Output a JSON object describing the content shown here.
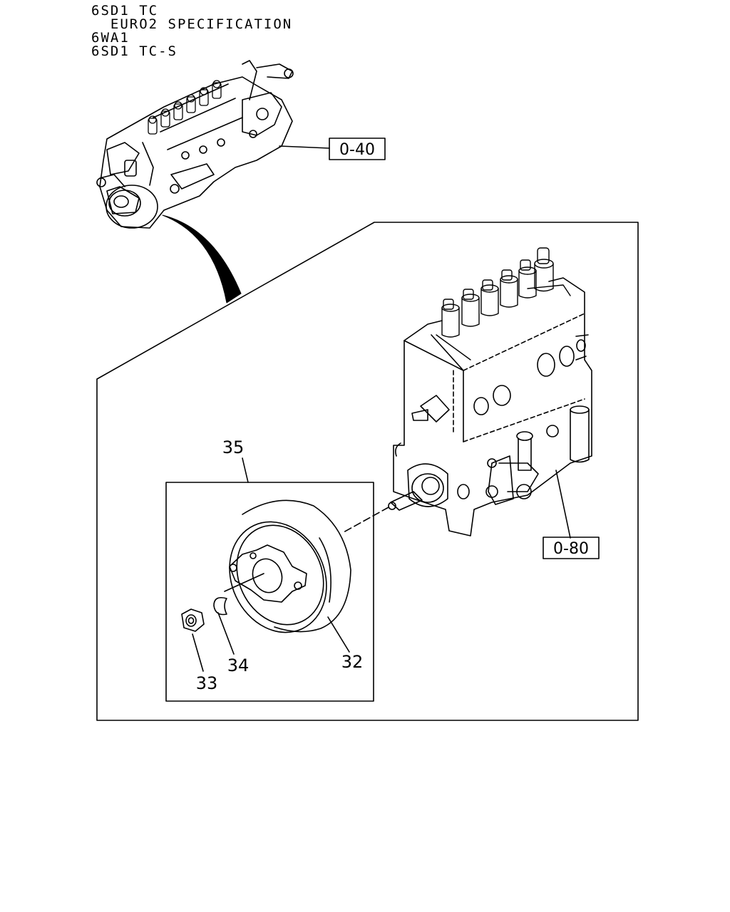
{
  "header": {
    "lines": [
      "6SD1 TC",
      "  EURO2 SPECIFICATION",
      "6WA1",
      "6SD1 TC-S"
    ]
  },
  "callouts": {
    "ref_pump_assembly": "0-40",
    "ref_pump_body": "0-80"
  },
  "part_labels": {
    "p35": "35",
    "p32": "32",
    "p33": "33",
    "p34": "34"
  }
}
